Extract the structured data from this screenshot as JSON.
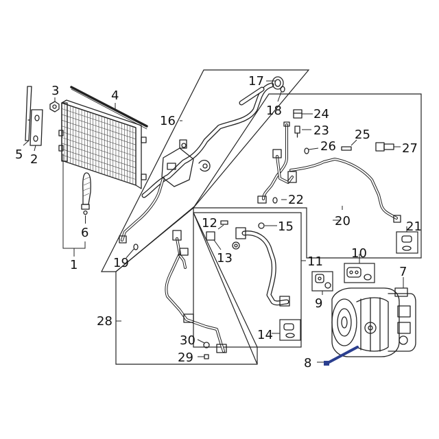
{
  "callouts": {
    "c1": "1",
    "c2": "2",
    "c3": "3",
    "c4": "4",
    "c5": "5",
    "c6": "6",
    "c7": "7",
    "c8": "8",
    "c9": "9",
    "c10": "10",
    "c11": "11",
    "c12": "12",
    "c13": "13",
    "c14": "14",
    "c15": "15",
    "c16": "16",
    "c17": "17",
    "c18": "18",
    "c19": "19",
    "c20": "20",
    "c21": "21",
    "c22": "22",
    "c23": "23",
    "c24": "24",
    "c25": "25",
    "c26": "26",
    "c27": "27",
    "c28": "28",
    "c29": "29",
    "c30": "30"
  },
  "colors": {
    "line": "#222222",
    "highlight_part": "#2b3f8f",
    "background": "#ffffff"
  },
  "highlighted_callout": "8"
}
